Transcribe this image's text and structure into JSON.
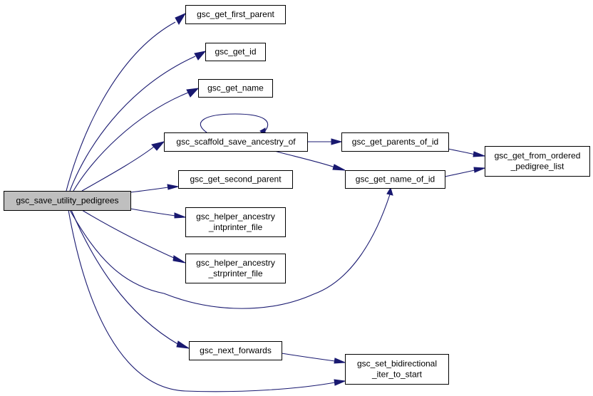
{
  "graph": {
    "colors": {
      "edge": "#191970",
      "root_fill": "#bfbfbf",
      "node_fill": "#ffffff",
      "border": "#000000"
    },
    "nodes": {
      "root": {
        "lines": [
          "gsc_save_utility_pedigrees"
        ]
      },
      "first_parent": {
        "lines": [
          "gsc_get_first_parent"
        ]
      },
      "get_id": {
        "lines": [
          "gsc_get_id"
        ]
      },
      "get_name": {
        "lines": [
          "gsc_get_name"
        ]
      },
      "scaffold": {
        "lines": [
          "gsc_scaffold_save_ancestry_of"
        ]
      },
      "second_parent": {
        "lines": [
          "gsc_get_second_parent"
        ]
      },
      "int_printer": {
        "lines": [
          "gsc_helper_ancestry",
          "_intprinter_file"
        ]
      },
      "str_printer": {
        "lines": [
          "gsc_helper_ancestry",
          "_strprinter_file"
        ]
      },
      "next_forwards": {
        "lines": [
          "gsc_next_forwards"
        ]
      },
      "parents_of_id": {
        "lines": [
          "gsc_get_parents_of_id"
        ]
      },
      "name_of_id": {
        "lines": [
          "gsc_get_name_of_id"
        ]
      },
      "from_ordered": {
        "lines": [
          "gsc_get_from_ordered",
          "_pedigree_list"
        ]
      },
      "bidirectional": {
        "lines": [
          "gsc_set_bidirectional",
          "_iter_to_start"
        ]
      }
    },
    "edges": [
      [
        "root",
        "first_parent"
      ],
      [
        "root",
        "get_id"
      ],
      [
        "root",
        "get_name"
      ],
      [
        "root",
        "scaffold"
      ],
      [
        "root",
        "second_parent"
      ],
      [
        "root",
        "int_printer"
      ],
      [
        "root",
        "str_printer"
      ],
      [
        "root",
        "name_of_id"
      ],
      [
        "root",
        "next_forwards"
      ],
      [
        "root",
        "bidirectional"
      ],
      [
        "scaffold",
        "scaffold"
      ],
      [
        "scaffold",
        "parents_of_id"
      ],
      [
        "scaffold",
        "name_of_id"
      ],
      [
        "parents_of_id",
        "from_ordered"
      ],
      [
        "name_of_id",
        "from_ordered"
      ],
      [
        "next_forwards",
        "bidirectional"
      ]
    ]
  }
}
